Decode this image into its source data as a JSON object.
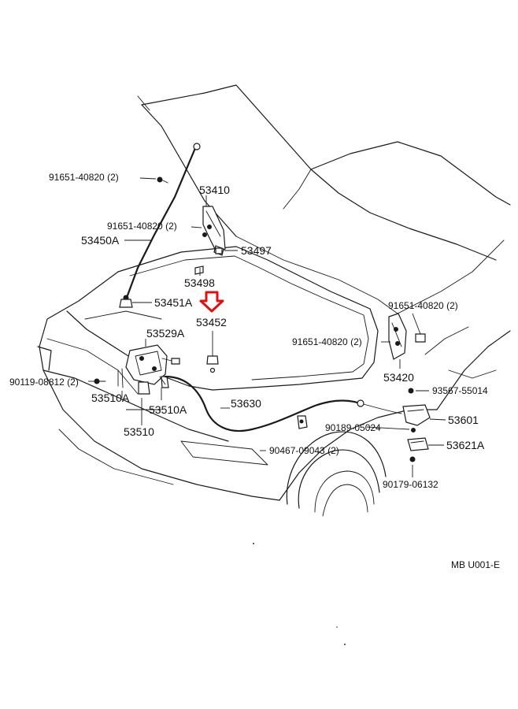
{
  "labels": {
    "p91651_40820_top": "91651-40820 (2)",
    "p53410": "53410",
    "p91651_40820_mid": "91651-40820 (2)",
    "p53450A": "53450A",
    "p53497": "53497",
    "p53498": "53498",
    "p53451A": "53451A",
    "p53452": "53452",
    "p53529A": "53529A",
    "p90119_08812": "90119-08812 (2)",
    "p53510A_left": "53510A",
    "p53510A_right": "53510A",
    "p53510": "53510",
    "p53630": "53630",
    "p91651_40820_right": "91651-40820 (2)",
    "p91651_40820_center": "91651-40820 (2)",
    "p53420": "53420",
    "p93567_55014": "93567-55014",
    "p53601": "53601",
    "p90189_05024": "90189-05024",
    "p90467_09043": "90467-09043 (2)",
    "p53621A": "53621A",
    "p90179_06132": "90179-06132",
    "code": "MB U001-E"
  },
  "highlight": {
    "target_part": "53452",
    "arrow_color": "#e01010"
  }
}
